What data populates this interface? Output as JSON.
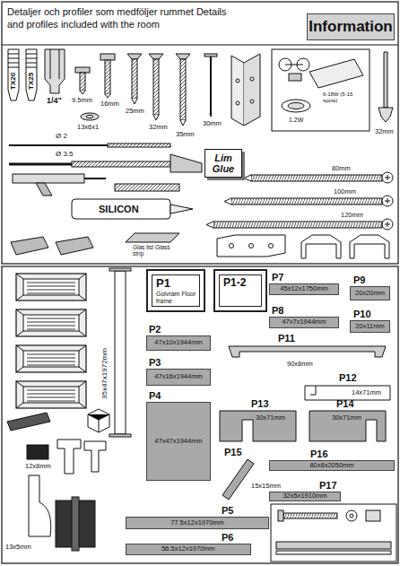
{
  "diagram": {
    "title": "Detaljer och profiler som medföljer rummet Details and profiles included with the room",
    "nodes": [
      {
        "text": [
          "Information"
        ]
      },
      {
        "text": [
          "Lim Glue"
        ]
      },
      {
        "text": [
          "P1",
          "Golvram Floor frame"
        ]
      },
      {
        "text": [
          "P1-2"
        ]
      },
      {
        "text": [
          "P7",
          "45x12x1750mm"
        ]
      },
      {
        "text": [
          "P9",
          "20x20mm"
        ]
      },
      {
        "text": [
          "P8",
          "47x7x1944mm"
        ]
      },
      {
        "text": [
          "P10",
          "20x11mm"
        ]
      },
      {
        "text": [
          "P2",
          "47x10x1944mm"
        ]
      },
      {
        "text": [
          "P3",
          "47x16x1944mm"
        ]
      },
      {
        "text": [
          "P11",
          "90x8mm"
        ]
      },
      {
        "text": [
          "P12",
          "14x71mm"
        ]
      },
      {
        "text": [
          "P4",
          "47x47x1944mm"
        ]
      },
      {
        "text": [
          "P13",
          "30x71mm"
        ]
      },
      {
        "text": [
          "P14",
          "30x71mm"
        ]
      },
      {
        "text": [
          "P15",
          "15x15mm"
        ]
      },
      {
        "text": [
          "P16",
          "80x8x2050mm"
        ]
      },
      {
        "text": [
          "P17",
          "32x5x1910mm"
        ]
      },
      {
        "text": [
          "P5",
          "77.5x12x1970mm"
        ]
      },
      {
        "text": [
          "P6",
          "56.5x12x1970mm"
        ]
      }
    ],
    "labels": [
      "TX20",
      "TX25",
      "1/4\"",
      "9.5mm",
      "16mm",
      "13x6x1",
      "25mm",
      "32mm",
      "35mm",
      "30mm",
      "1.2W",
      "6-18W (5-15 spots)",
      "32mm",
      "Ø 2",
      "Ø 3.5",
      "80mm",
      "SILICON",
      "100mm",
      "120mm",
      "Glas list Glass strip",
      "35x47x1972mm",
      "12x8mm",
      "13x5mm"
    ]
  }
}
